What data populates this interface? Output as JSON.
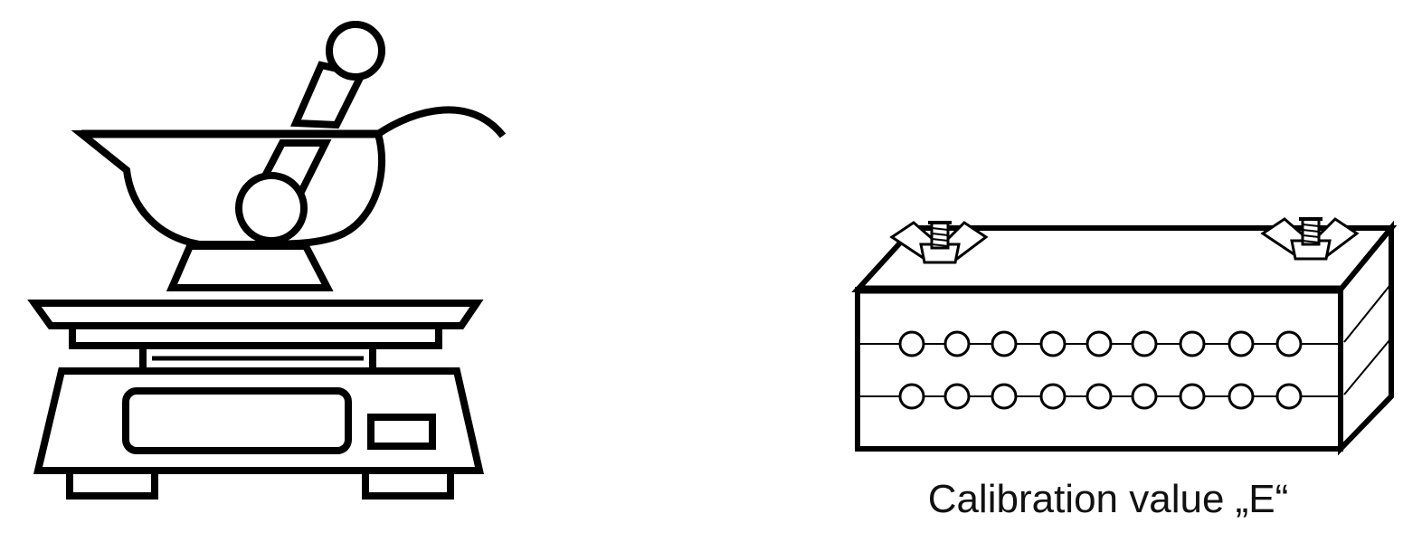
{
  "caption": "Calibration value „E“",
  "colors": {
    "stroke": "#000000",
    "background": "#ffffff",
    "text": "#111111"
  },
  "icons": [
    "scale-with-mortar-and-pestle-icon",
    "calibration-block-icon"
  ],
  "block": {
    "hole_rows": 2,
    "holes_per_row": 9
  }
}
